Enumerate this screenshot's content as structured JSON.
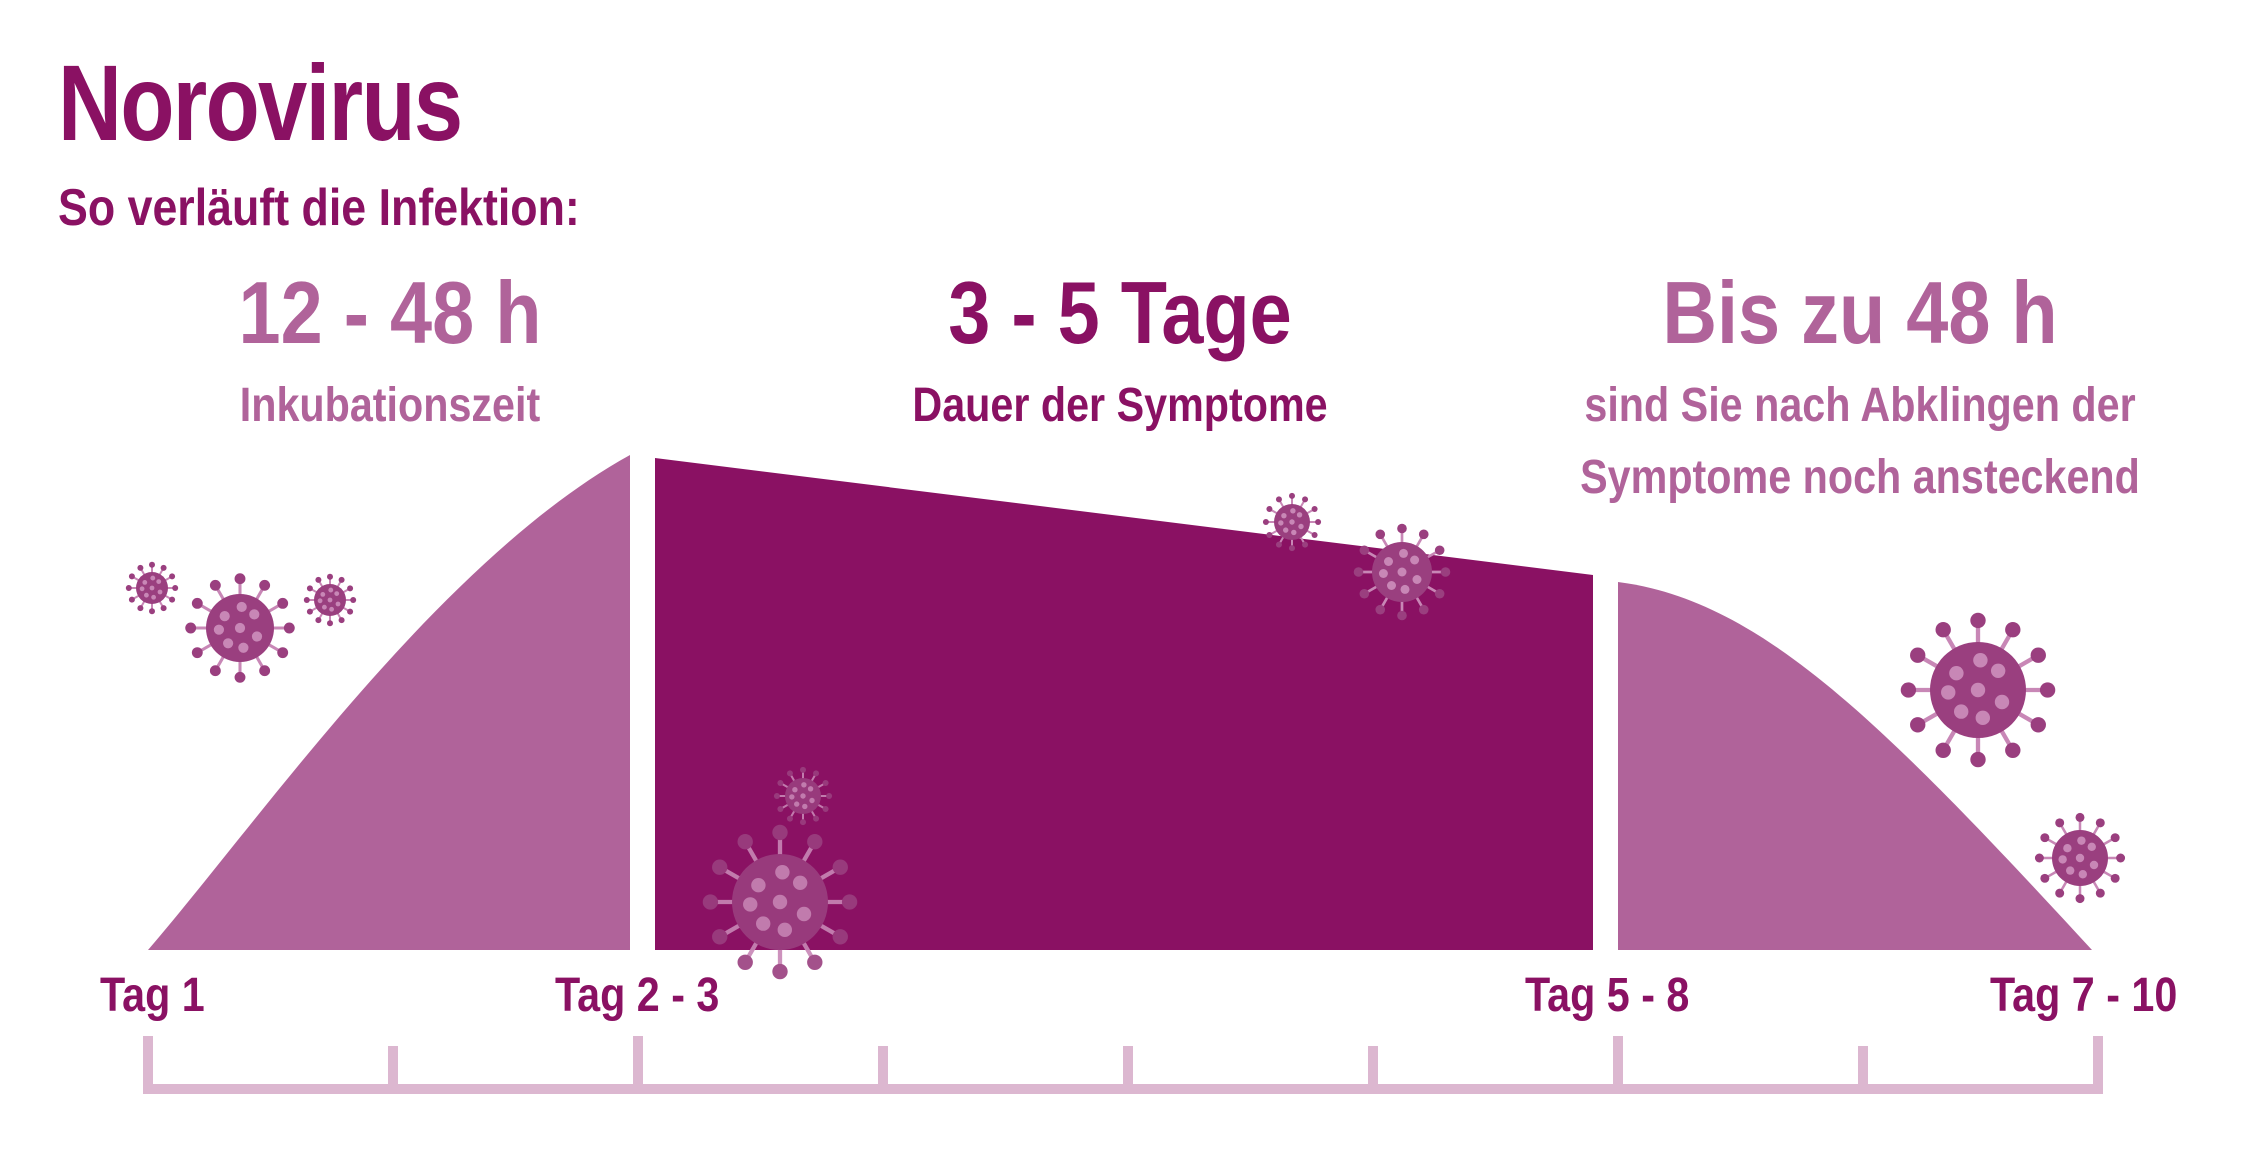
{
  "title": "Norovirus",
  "subtitle": "So verläuft die Infektion:",
  "colors": {
    "dark": "#8a1163",
    "medium": "#b0639a",
    "light": "#dcb7d0",
    "virus_dark": "#9a3f7f",
    "virus_light": "#c887b6"
  },
  "phases": [
    {
      "duration": "12 - 48 h",
      "description": "Inkubationszeit"
    },
    {
      "duration": "3 - 5 Tage",
      "description": "Dauer der Symptome"
    },
    {
      "duration": "Bis zu 48 h",
      "description_line1": "sind Sie nach Abklingen der",
      "description_line2": "Symptome noch ansteckend"
    }
  ],
  "days": [
    "Tag 1",
    "Tag 2 - 3",
    "Tag 5 - 8",
    "Tag 7 - 10"
  ],
  "icons": {
    "virus": "virus-icon"
  }
}
